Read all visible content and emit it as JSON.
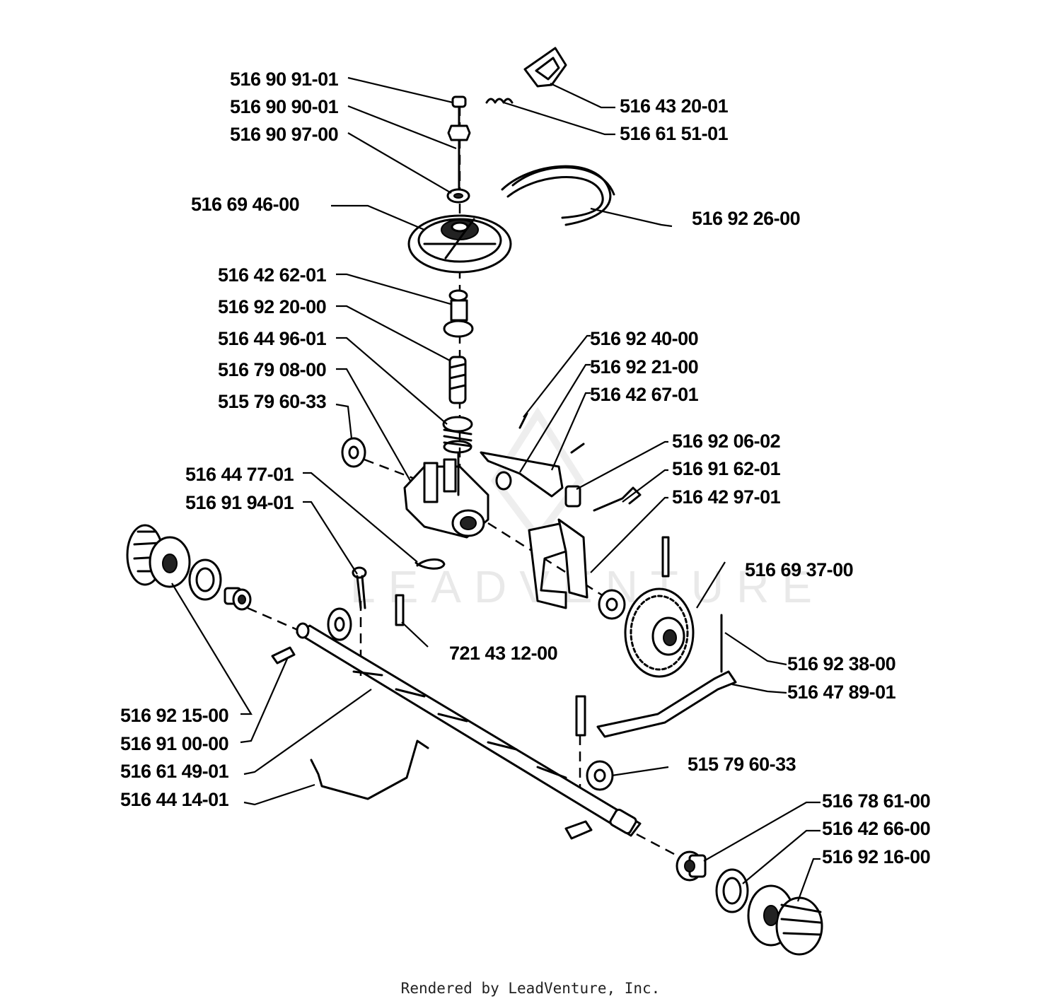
{
  "watermark": "LEADVENTURE",
  "footer": "Rendered by LeadVenture, Inc.",
  "labels": [
    "516 90 91-01",
    "516 90 90-01",
    "516 90 97-00",
    "516 69 46-00",
    "516 42 62-01",
    "516 92 20-00",
    "516 44 96-01",
    "516 79 08-00",
    "515 79 60-33",
    "516 44 77-01",
    "516 91 94-01",
    "516 92 15-00",
    "516 91 00-00",
    "516 61 49-01",
    "516 44 14-01",
    "516 43 20-01",
    "516 61 51-01",
    "516 92 26-00",
    "516 92 40-00",
    "516 92 21-00",
    "516 42 67-01",
    "516 92 06-02",
    "516 91 62-01",
    "516 42 97-01",
    "516 69 37-00",
    "721 43 12-00",
    "516 92 38-00",
    "516 47 89-01",
    "515 79 60-33",
    "516 78 61-00",
    "516 42 66-00",
    "516 92 16-00"
  ]
}
